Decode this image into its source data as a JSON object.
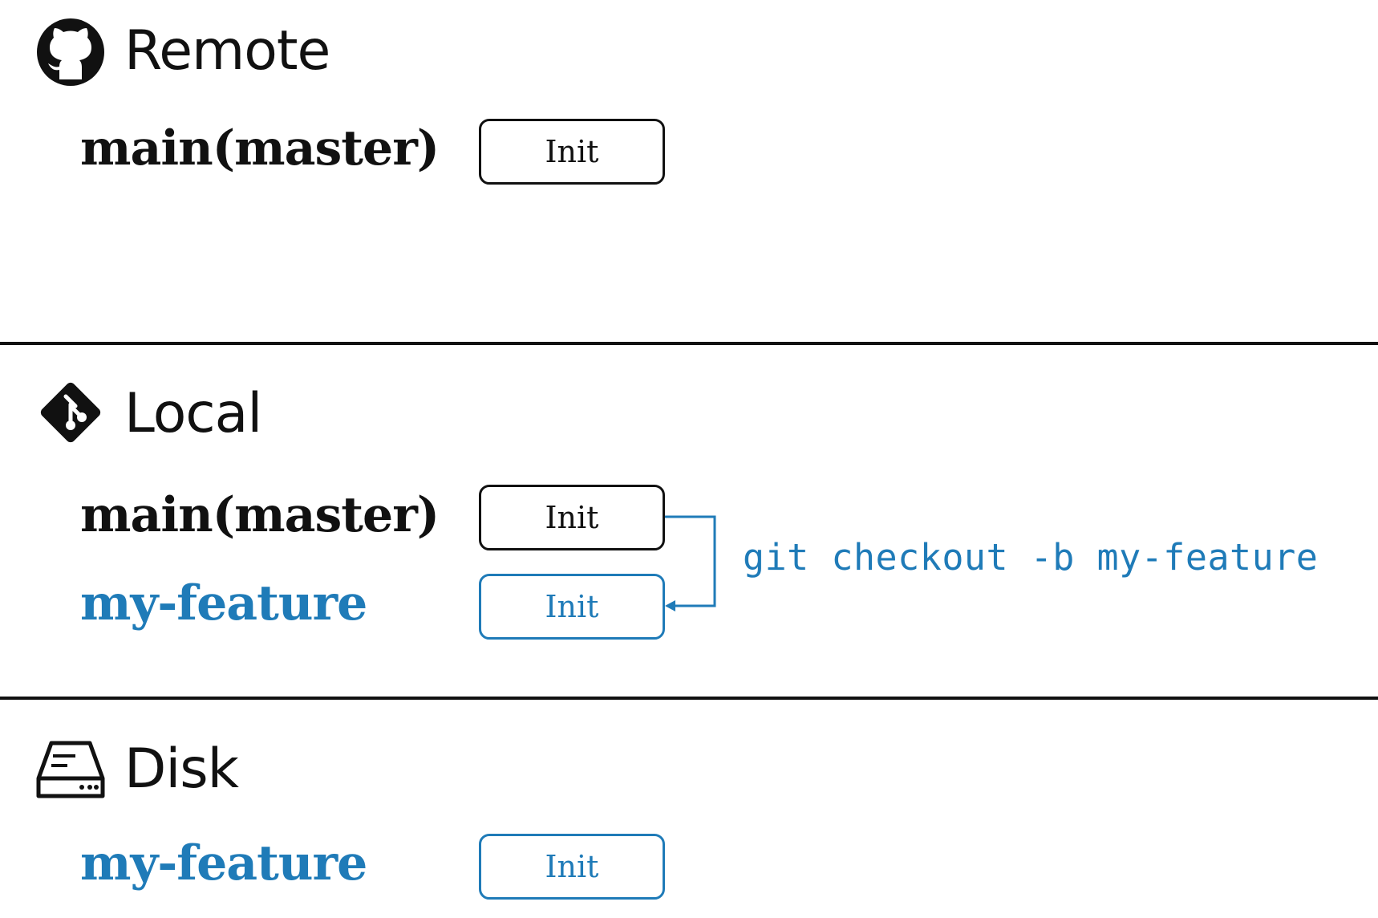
{
  "colors": {
    "ink": "#111111",
    "accent": "#1f7bb8"
  },
  "sections": {
    "remote": {
      "title": "Remote",
      "icon": "github-icon",
      "branches": [
        {
          "name": "main(master)",
          "commit": "Init"
        }
      ]
    },
    "local": {
      "title": "Local",
      "icon": "git-icon",
      "branches": [
        {
          "name": "main(master)",
          "commit": "Init"
        },
        {
          "name": "my-feature",
          "commit": "Init"
        }
      ],
      "command": "git checkout -b my-feature"
    },
    "disk": {
      "title": "Disk",
      "icon": "hard-drive-icon",
      "branches": [
        {
          "name": "my-feature",
          "commit": "Init"
        }
      ]
    }
  }
}
